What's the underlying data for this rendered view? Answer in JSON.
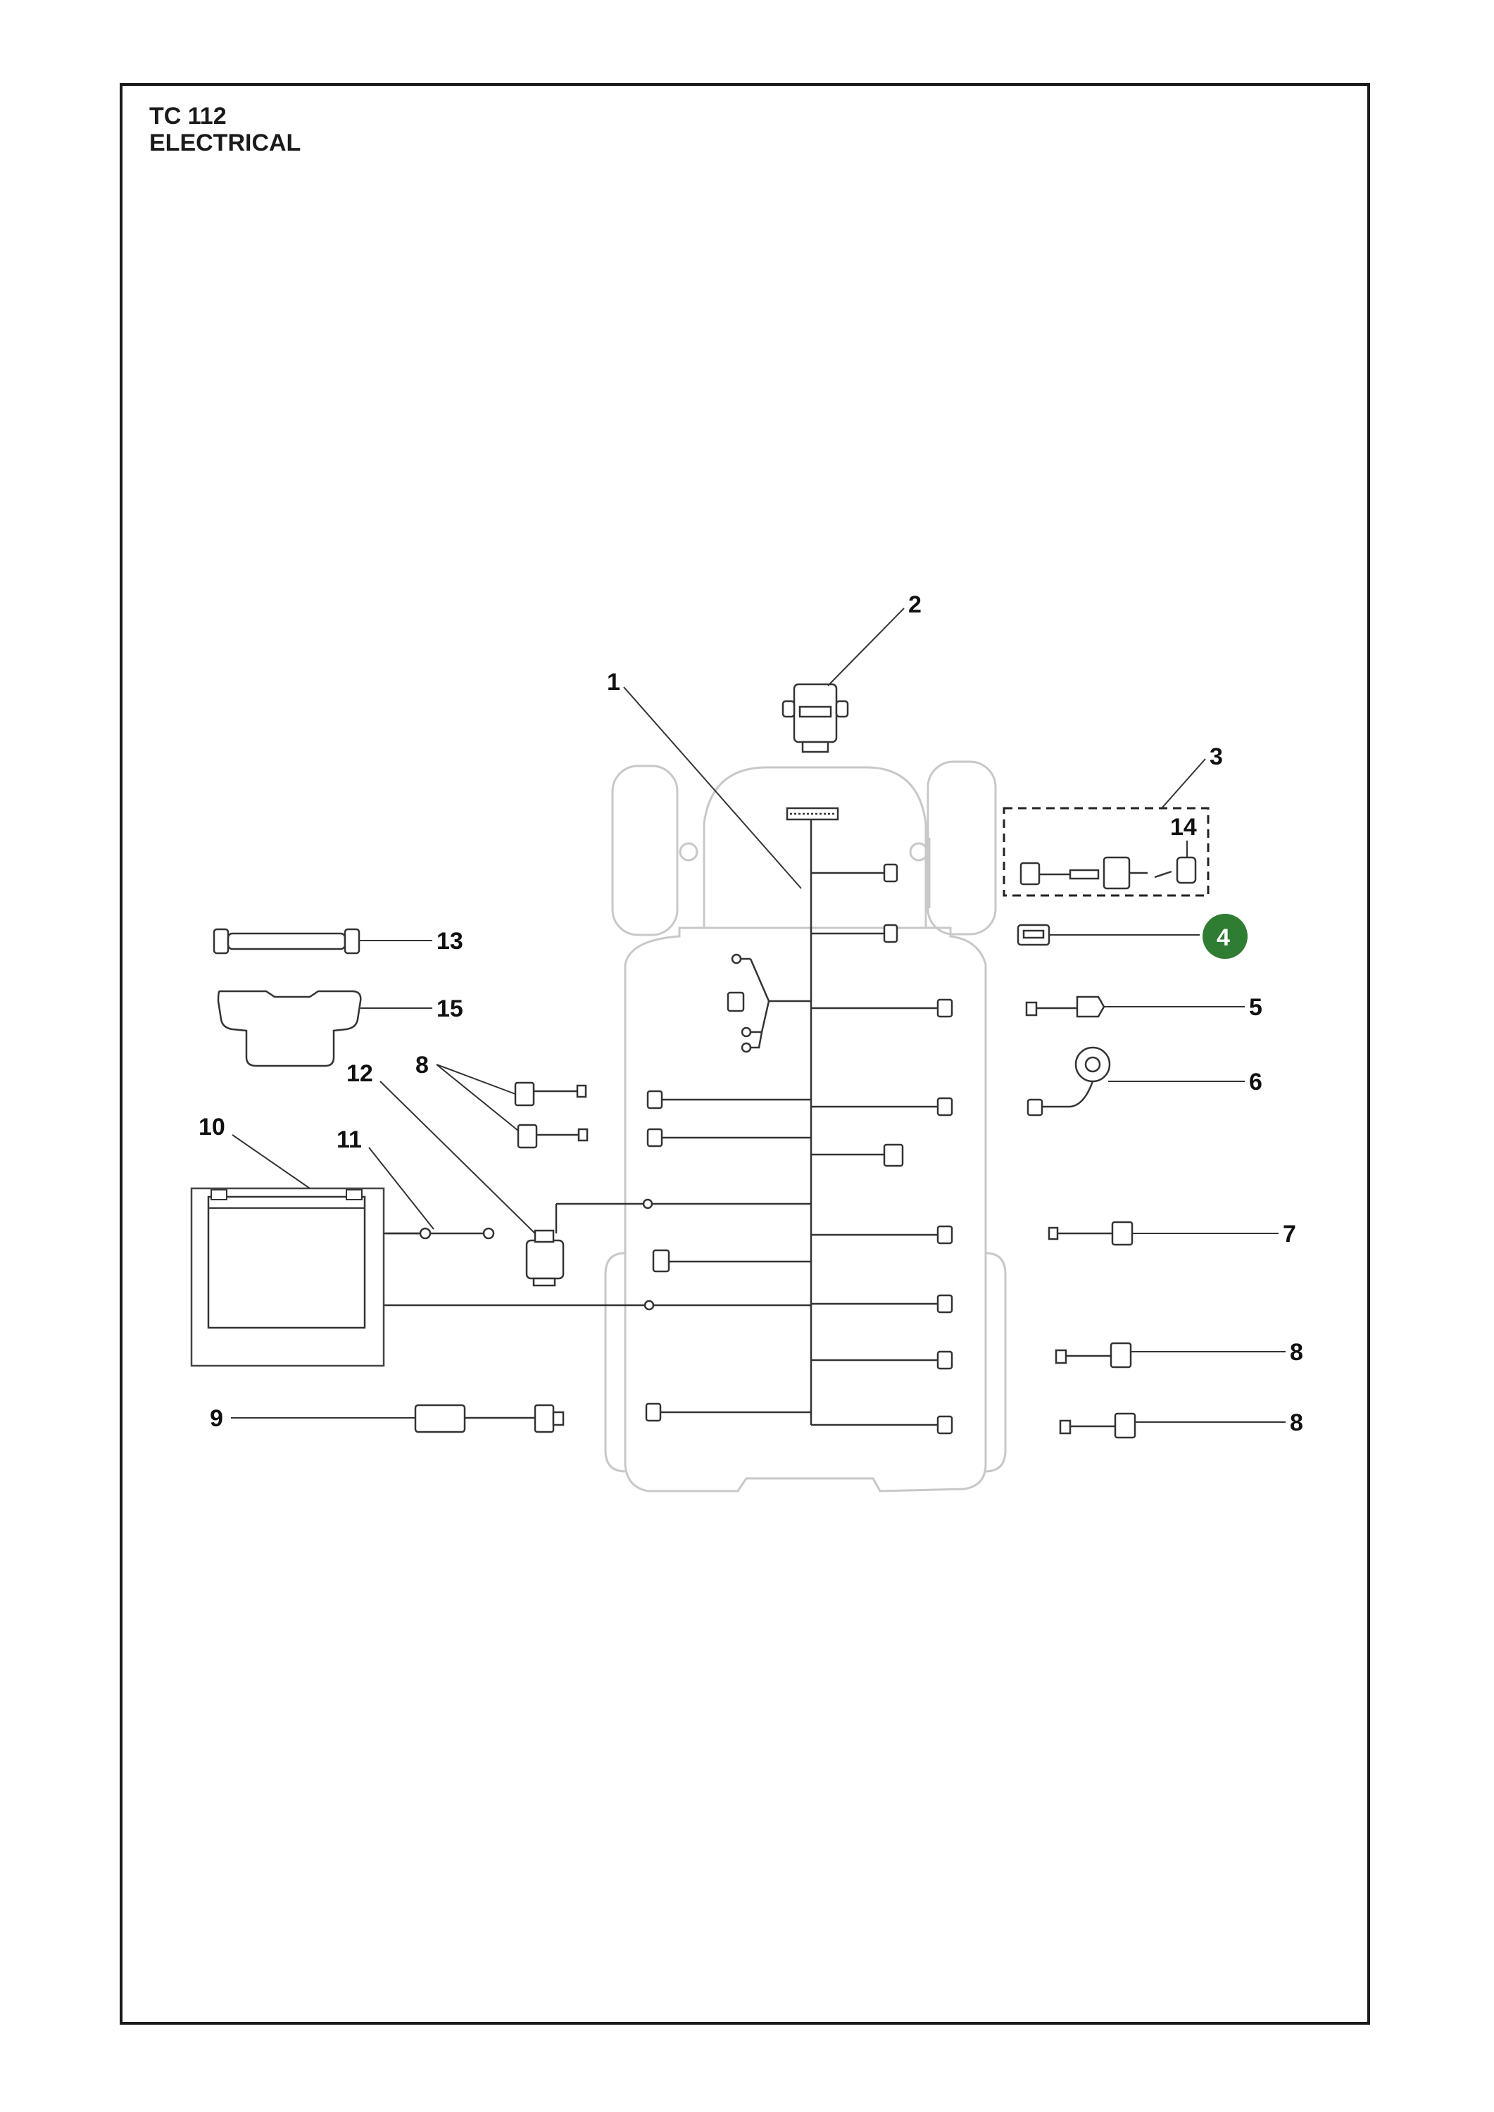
{
  "title": {
    "model": "TC 112",
    "section": "ELECTRICAL"
  },
  "callouts": [
    {
      "id": "c1",
      "label": "1"
    },
    {
      "id": "c2",
      "label": "2"
    },
    {
      "id": "c3",
      "label": "3"
    },
    {
      "id": "c14",
      "label": "14"
    },
    {
      "id": "c4",
      "label": "4",
      "highlighted": true
    },
    {
      "id": "c5",
      "label": "5"
    },
    {
      "id": "c6",
      "label": "6"
    },
    {
      "id": "c7",
      "label": "7"
    },
    {
      "id": "c8a",
      "label": "8"
    },
    {
      "id": "c8b",
      "label": "8"
    },
    {
      "id": "c8c",
      "label": "8"
    },
    {
      "id": "c9",
      "label": "9"
    },
    {
      "id": "c10",
      "label": "10"
    },
    {
      "id": "c11",
      "label": "11"
    },
    {
      "id": "c12",
      "label": "12"
    },
    {
      "id": "c13",
      "label": "13"
    },
    {
      "id": "c15",
      "label": "15"
    }
  ],
  "colors": {
    "highlight": "#2e7d32",
    "line": "#222222",
    "chassis": "#c8c8c8"
  }
}
